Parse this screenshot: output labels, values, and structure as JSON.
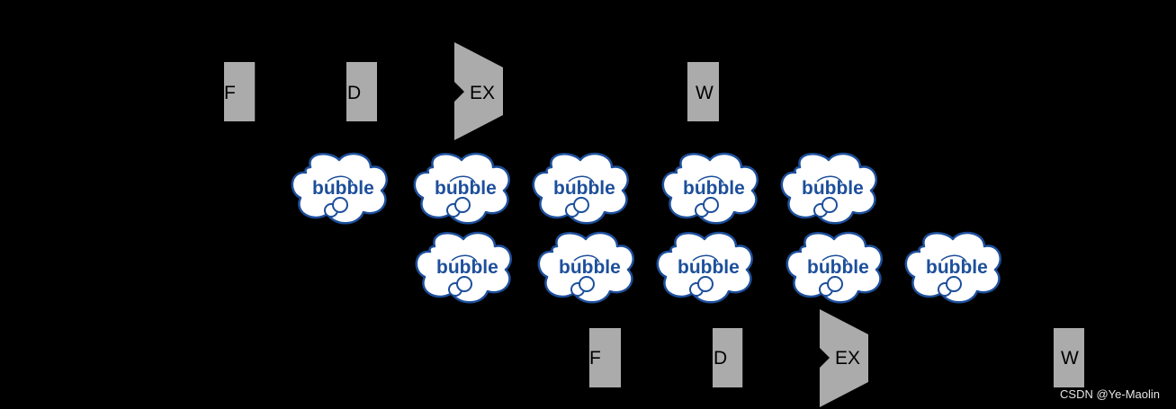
{
  "colors": {
    "background": "#000000",
    "stage_fill": "#ababab",
    "bubble_stroke": "#1d4f9b",
    "bubble_text": "#1d4f9b",
    "label_text": "#000000"
  },
  "instruction_1": {
    "fetch_label": "F",
    "decode_label": "D",
    "execute_label": "EX",
    "writeback_label": "W"
  },
  "bubble_label": "bubble",
  "instruction_2": {
    "fetch_label": "F",
    "decode_label": "D",
    "execute_label": "EX",
    "writeback_label": "W"
  },
  "watermark": "CSDN @Ye-Maolin"
}
